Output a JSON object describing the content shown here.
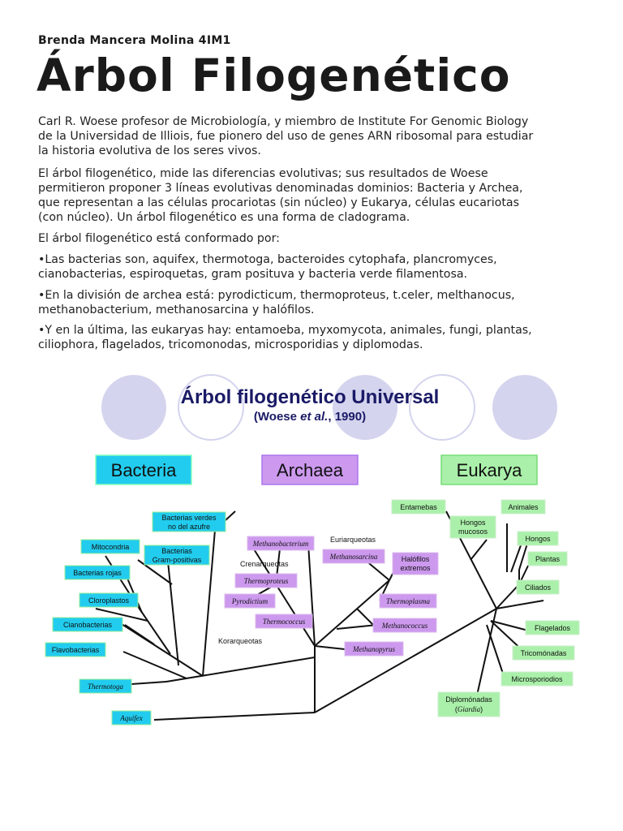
{
  "author": "Brenda Mancera Molina 4IM1",
  "title": "Árbol Filogenético",
  "paragraphs": [
    [
      "Carl R. Woese profesor de Microbiología, y miembro de Institute For Genomic Biology",
      "de la Universidad de Illiois, fue pionero del uso de genes ARN ribosomal para estudiar",
      "la historia evolutiva de los seres vivos."
    ],
    [
      "El árbol filogenético, mide las diferencias evolutivas; sus resultados de Woese",
      "permitieron proponer 3 líneas evolutivas denominadas dominios: Bacteria y Archea,",
      "que representan a las células procariotas (sin núcleo) y Eukarya, células eucariotas",
      "(con núcleo). Un árbol filogenético es una forma de cladograma."
    ],
    [
      "El árbol filogenético está conformado por:"
    ],
    [
      "•Las bacterias son, aquifex, thermotoga, bacteroides cytophafa, plancromyces,",
      "cianobacterias, espiroquetas, gram posituva y bacteria verde filamentosa."
    ],
    [
      "•En la división de archea está: pyrodicticum, thermoproteus, t.celer, melthanocus,",
      "methanobacterium, methanosarcina y halófilos."
    ],
    [
      "•Y en la última, las eukaryas hay: entamoeba, myxomycota, animales, fungi, plantas,",
      "ciliophora, flagelados, tricomonodas, microsporidias y diplomodas."
    ]
  ],
  "figure": {
    "title": "Árbol filogenético Universal",
    "subtitle_pre": "(Woese ",
    "subtitle_italic": "et al.",
    "subtitle_post": ", 1990)",
    "domains": {
      "bacteria": "Bacteria",
      "archaea": "Archaea",
      "eukarya": "Eukarya"
    },
    "colors": {
      "bacteria": "#22ccee",
      "archaea": "#cc99ee",
      "eukarya": "#aaf0aa",
      "circles": "#d4d4ee",
      "title": "#1a1a66"
    },
    "bacteria_labels": {
      "verdes": [
        "Bacterias verdes",
        "no del azufre"
      ],
      "mitocondria": "Mitocondria",
      "gram": [
        "Bacterias",
        "Gram-positivas"
      ],
      "rojas": "Bacterias rojas",
      "cloroplastos": "Cloroplastos",
      "ciano": "Cianobacterias",
      "flavo": "Flavobacterias",
      "thermotoga": "Thermotoga",
      "aquifex": "Aquifex"
    },
    "archaea_labels": {
      "methanobacterium": "Methanobacterium",
      "euriarqueotas": "Euriarqueotas",
      "methanosarcina": "Methanosarcina",
      "crenarqueotas": "Crenarqueotas",
      "halofilos": [
        "Halófilos",
        "extremos"
      ],
      "thermoproteus": "Thermoproteus",
      "pyrodictium": "Pyrodictium",
      "thermoplasma": "Thermoplasma",
      "thermococcus": "Thermococcus",
      "methanococcus": "Methanococcus",
      "korarqueotas": "Korarqueotas",
      "methanopyrus": "Methanopyrus"
    },
    "eukarya_labels": {
      "entamebas": "Entamebas",
      "hongos_mucosos": [
        "Hongos",
        "mucosos"
      ],
      "animales": "Animales",
      "hongos": "Hongos",
      "plantas": "Plantas",
      "ciliados": "Ciliados",
      "flagelados": "Flagelados",
      "tricomonadas": "Tricomónadas",
      "microsporiodios": "Microsporiodios",
      "diplomonadas": "Diplomónadas",
      "giardia_pre": "(",
      "giardia": "Giardia",
      "giardia_post": ")"
    }
  }
}
